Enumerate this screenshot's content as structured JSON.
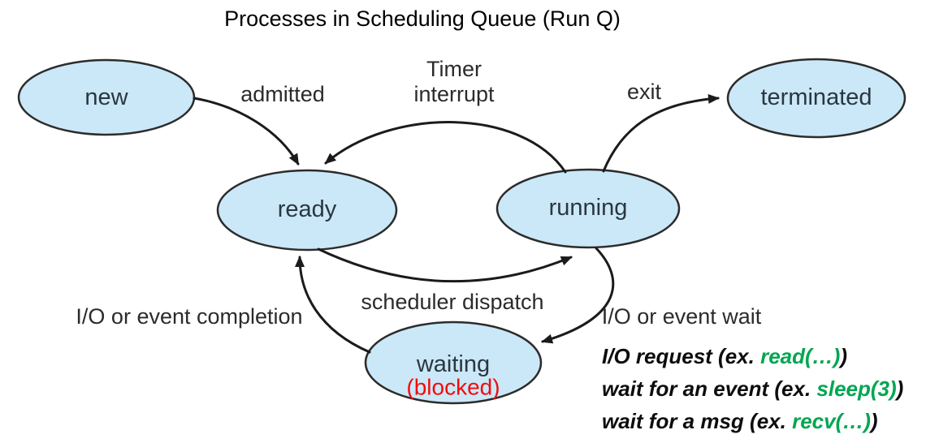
{
  "title": "Processes in Scheduling Queue (Run Q)",
  "colors": {
    "state_fill": "#cbe8f8",
    "state_border": "#2c2c2c",
    "arrow": "#1b1b1b",
    "label_text": "#2b2b2b",
    "blocked_text": "#f40b0b",
    "code_text": "#00a651",
    "background": "#ffffff"
  },
  "states": {
    "new": {
      "label": "new"
    },
    "ready": {
      "label": "ready"
    },
    "running": {
      "label": "running"
    },
    "terminated": {
      "label": "terminated"
    },
    "waiting": {
      "label": "waiting",
      "sublabel": "(blocked)"
    }
  },
  "transitions": {
    "admitted": {
      "label": "admitted"
    },
    "timer_interrupt": {
      "line1": "Timer",
      "line2": "interrupt"
    },
    "exit": {
      "label": "exit"
    },
    "scheduler_dispatch": {
      "label": "scheduler dispatch"
    },
    "io_event_wait": {
      "label": "I/O or event wait"
    },
    "io_event_completion": {
      "label": "I/O or event completion"
    }
  },
  "annotations": {
    "lines": [
      {
        "prefix": "I/O request (ex. ",
        "code": "read(…)",
        "suffix": ")"
      },
      {
        "prefix": "wait for an event (ex. ",
        "code": "sleep(3)",
        "suffix": ")"
      },
      {
        "prefix": "wait for a msg (ex. ",
        "code": "recv(…)",
        "suffix": ")"
      }
    ]
  }
}
